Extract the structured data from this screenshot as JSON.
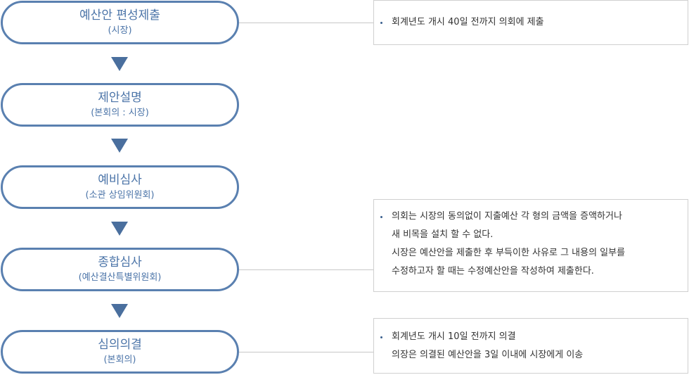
{
  "steps": [
    {
      "title": "예산안 편성제출",
      "sub": "(시장)"
    },
    {
      "title": "제안설명",
      "sub": "(본회의 : 시장)"
    },
    {
      "title": "예비심사",
      "sub": "(소관 상임위원회)"
    },
    {
      "title": "종합심사",
      "sub": "(예산결산특별위원회)"
    },
    {
      "title": "심의의결",
      "sub": "(본회의)"
    }
  ],
  "notes": {
    "submission": [
      "회계년도 개시 40일 전까지 의회에 제출"
    ],
    "comprehensive_review": [
      "의회는 시장의 동의없이 지출예산 각 형의 금액을 증액하거나",
      "새 비목을 설치 할 수 없다.",
      "시장은 예산안을 제출한 후 부득이한 사유로 그 내용의 일부를",
      "수정하고자 할 때는 수정예산안을 작성하여 제출한다."
    ],
    "resolution": [
      "회계년도 개시 10일 전까지 의결",
      "의장은 의결된 예산안을 3일 이내에 시장에게 이송"
    ]
  },
  "colors": {
    "step_border": "#5a80b0",
    "step_text": "#4b74a8",
    "arrow": "#4a6f9e",
    "bullet": "#3a5f8e"
  }
}
